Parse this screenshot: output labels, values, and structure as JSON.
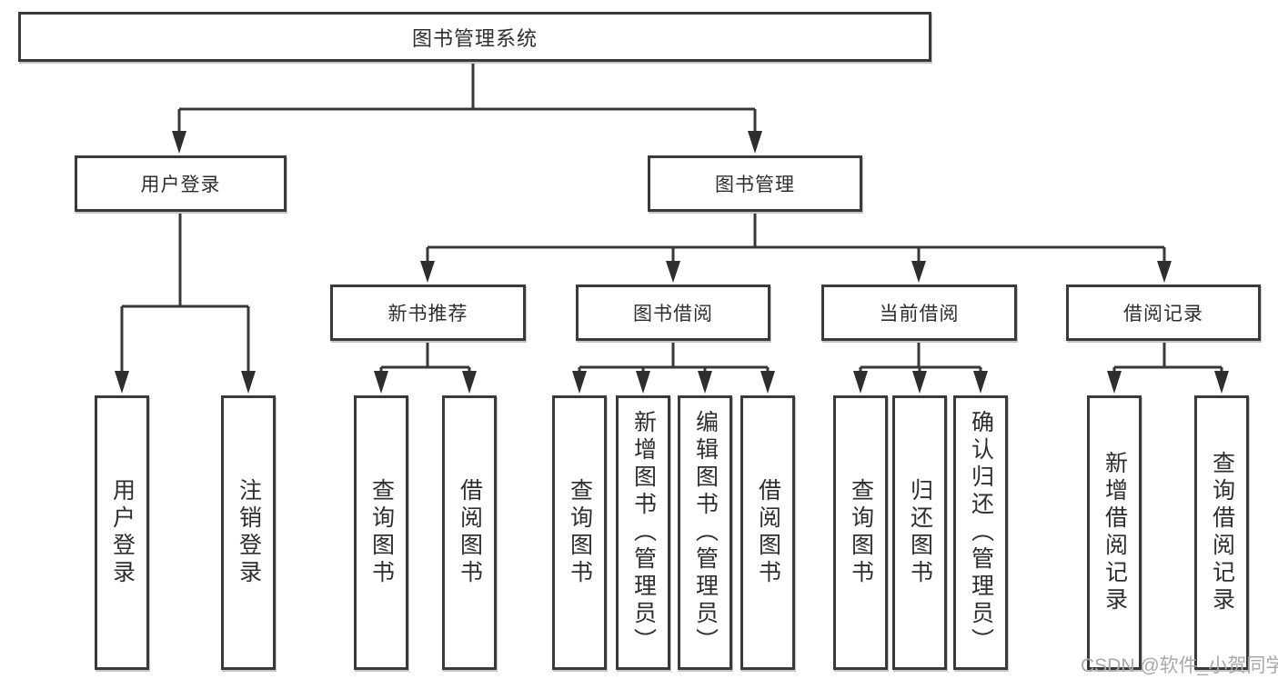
{
  "diagram_type": "hierarchy-tree",
  "colors": {
    "line": "#383838",
    "arrow": "#2e2e2e",
    "box_border": "#3a3a3a",
    "text": "#2e2e2e",
    "watermark": "#a9a9a9",
    "background": "#ffffff"
  },
  "tree": {
    "label": "图书管理系统",
    "children": [
      {
        "label": "用户登录",
        "children": [
          {
            "label": "用户登录"
          },
          {
            "label": "注销登录"
          }
        ]
      },
      {
        "label": "图书管理",
        "children": [
          {
            "label": "新书推荐",
            "children": [
              {
                "label": "查询图书"
              },
              {
                "label": "借阅图书"
              }
            ]
          },
          {
            "label": "图书借阅",
            "children": [
              {
                "label": "查询图书"
              },
              {
                "label": "新增图书（管理员）"
              },
              {
                "label": "编辑图书（管理员）"
              },
              {
                "label": "借阅图书"
              }
            ]
          },
          {
            "label": "当前借阅",
            "children": [
              {
                "label": "查询图书"
              },
              {
                "label": "归还图书"
              },
              {
                "label": "确认归还（管理员）"
              }
            ]
          },
          {
            "label": "借阅记录",
            "children": [
              {
                "label": "新增借阅记录"
              },
              {
                "label": "查询借阅记录"
              }
            ]
          }
        ]
      }
    ]
  },
  "watermark": {
    "text": "CSDN @软件_小贺同学"
  }
}
